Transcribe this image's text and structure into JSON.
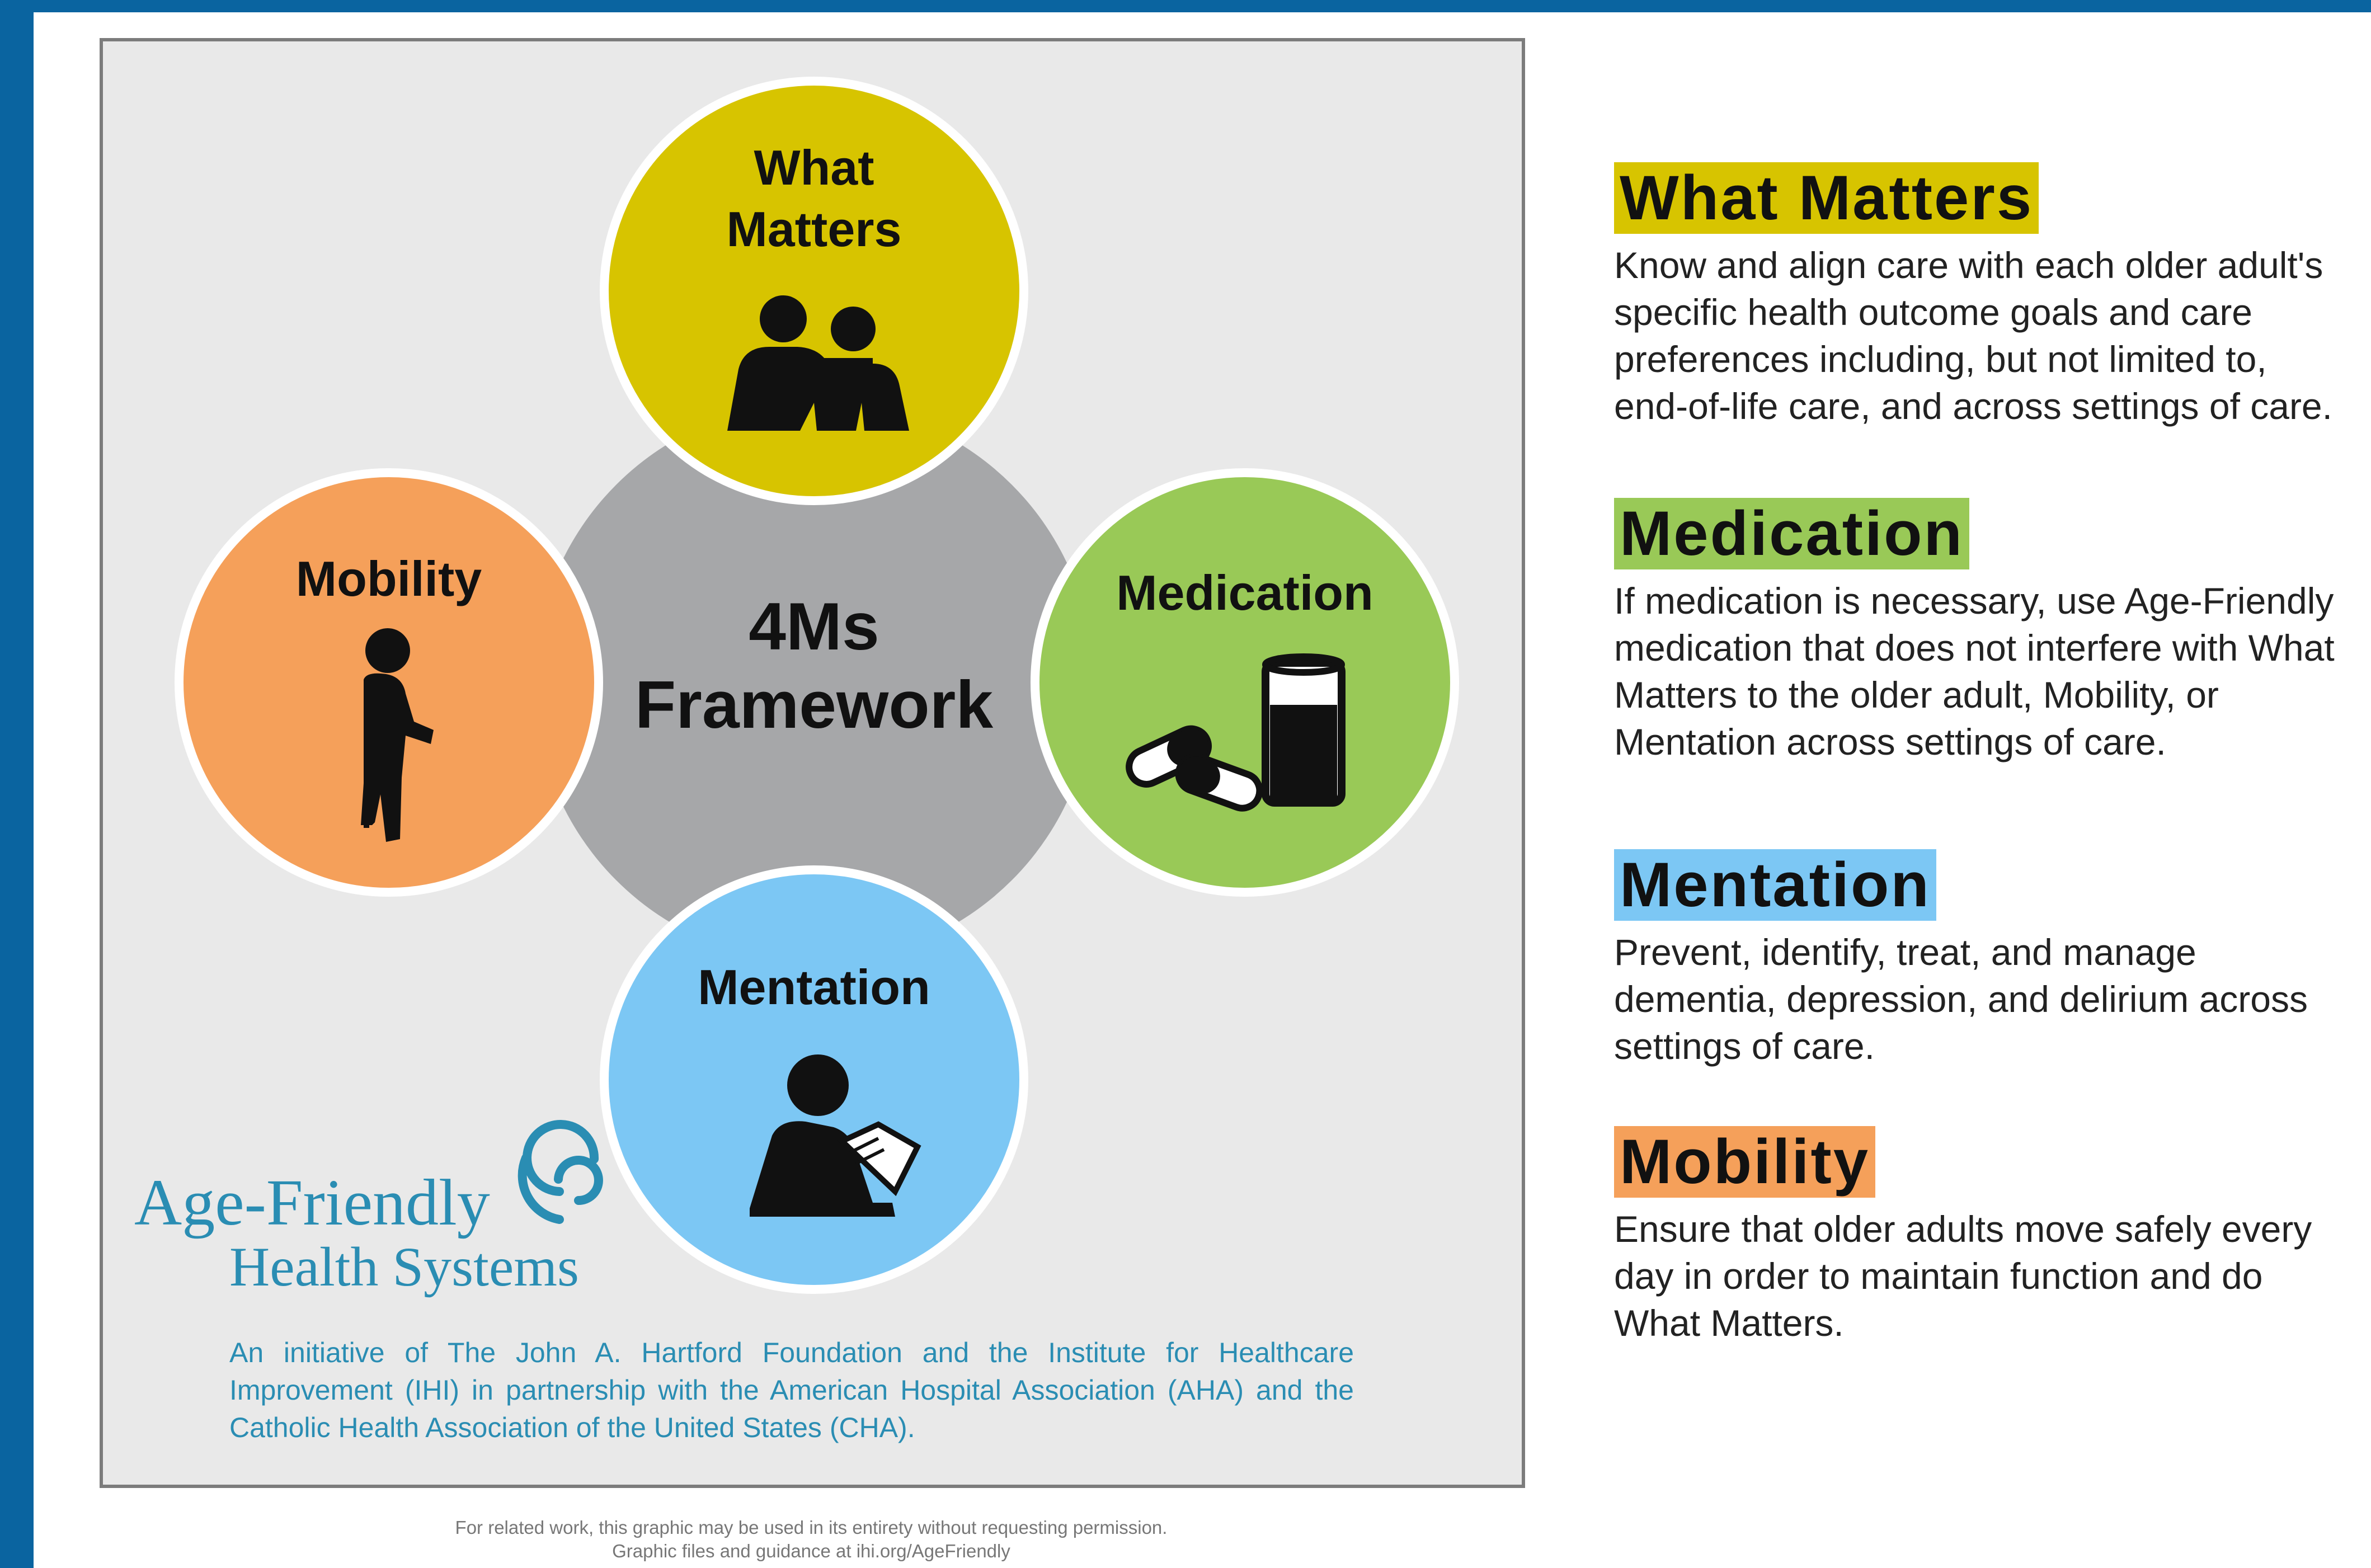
{
  "colors": {
    "what_matters": "#d7c400",
    "medication": "#99c957",
    "mentation": "#7cc7f4",
    "mobility": "#f5a05a",
    "hub": "#a6a7a9",
    "brand_teal": "#2a8db3",
    "frame_blue": "#0a64a0"
  },
  "framework": {
    "title_line1": "4Ms",
    "title_line2": "Framework",
    "nodes": {
      "what_matters": {
        "label": "What\nMatters",
        "icon": "two-people-embrace-icon"
      },
      "medication": {
        "label": "Medication",
        "icon": "pills-and-glass-icon"
      },
      "mentation": {
        "label": "Mentation",
        "icon": "person-reading-icon"
      },
      "mobility": {
        "label": "Mobility",
        "icon": "person-walking-icon"
      }
    }
  },
  "logo": {
    "name": "Age-Friendly",
    "sub": "Health Systems",
    "icon": "spiral-swirl-icon"
  },
  "initiative_text": "An initiative of The John A. Hartford Foundation and the Institute for Healthcare Improvement (IHI) in partnership with the American Hospital Association (AHA) and the Catholic Health Association of the United States (CHA).",
  "footer": {
    "line1": "For related work, this graphic may be used in its entirety without requesting permission.",
    "line2": "Graphic files and guidance at ihi.org/AgeFriendly"
  },
  "sections": {
    "what_matters": {
      "heading": "What Matters",
      "lines": [
        "Know and align care with each older adult's",
        "specific health outcome goals and care",
        "preferences including, but not limited to,",
        "end-of-life care, and across settings of care."
      ]
    },
    "medication": {
      "heading": "Medication",
      "lines": [
        "If medication is necessary, use Age-Friendly",
        "medication that does not interfere with What",
        "Matters to the older adult, Mobility, or",
        "Mentation across settings of care."
      ]
    },
    "mentation": {
      "heading": "Mentation",
      "lines": [
        "Prevent, identify, treat, and manage",
        "dementia, depression, and delirium across",
        "settings of care."
      ]
    },
    "mobility": {
      "heading": "Mobility",
      "lines": [
        "Ensure that older adults move safely every",
        "day in order to maintain function and do",
        "What Matters."
      ]
    }
  }
}
